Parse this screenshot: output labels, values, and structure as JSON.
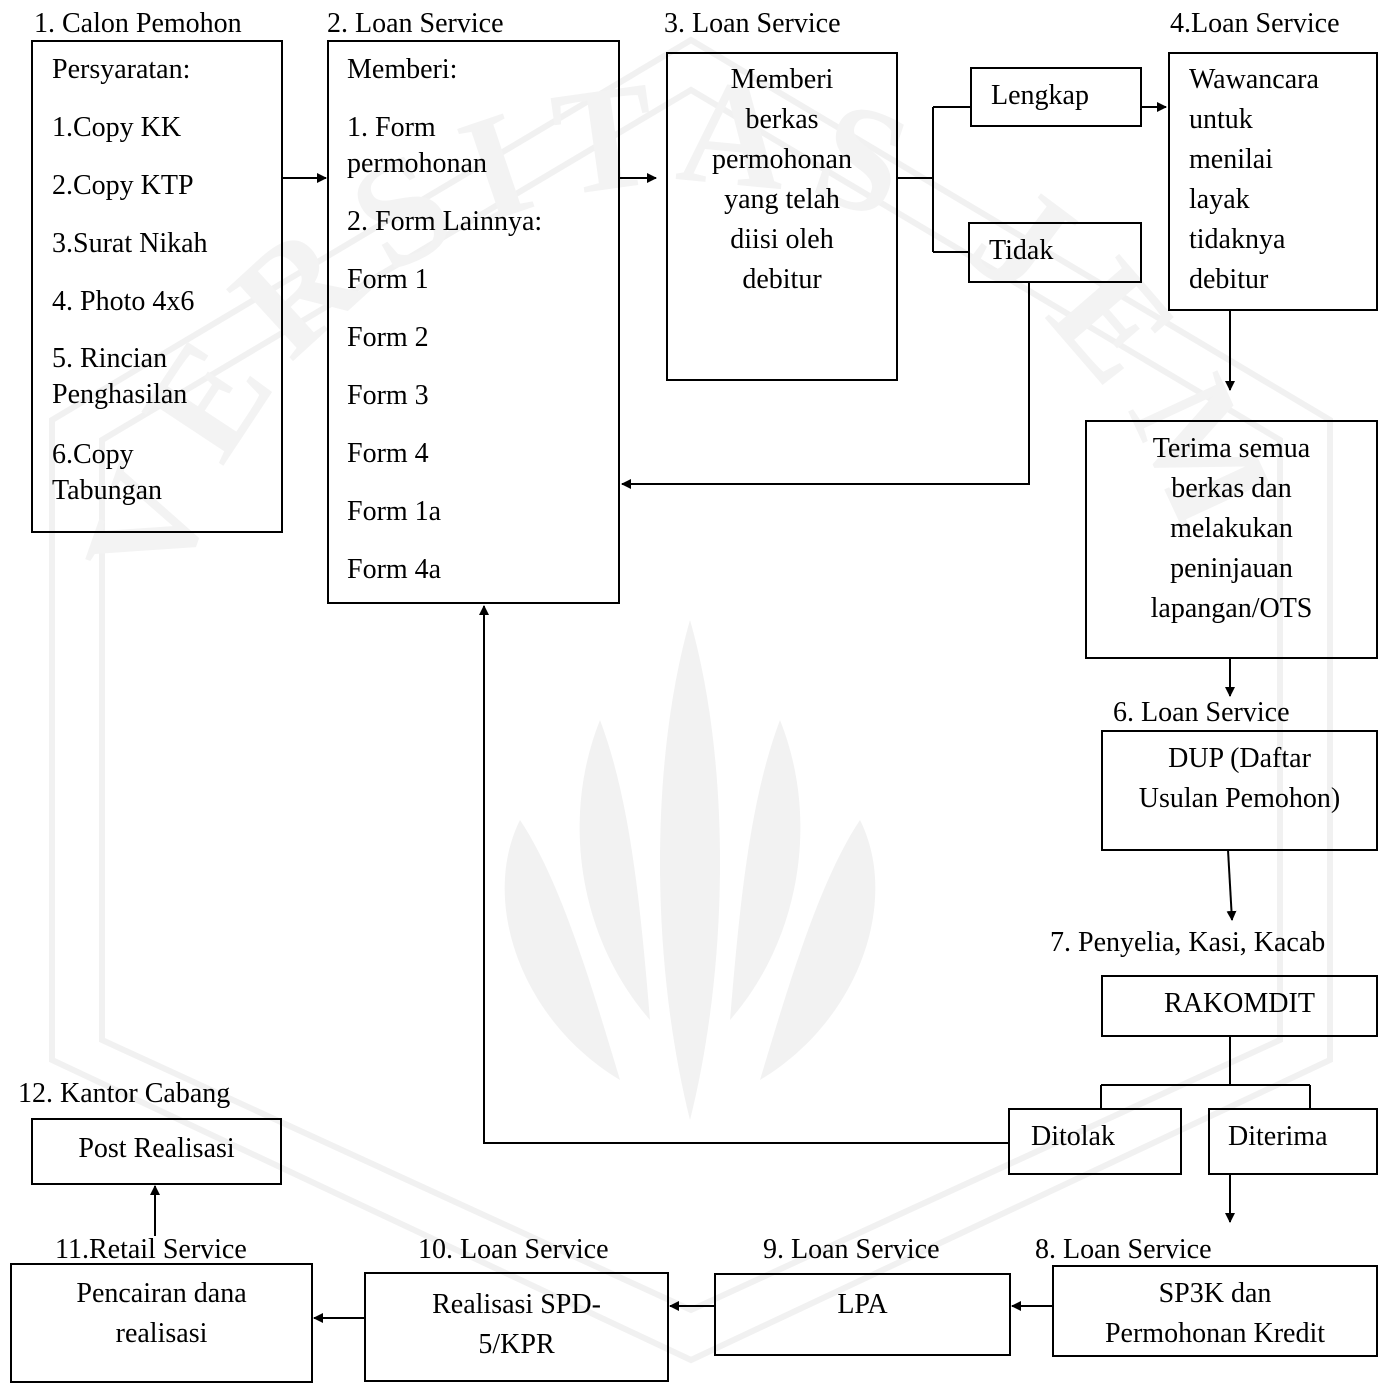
{
  "watermark": {
    "text": "UNIVERSITAS JEMBER"
  },
  "steps": {
    "s1": {
      "heading": "1. Calon Pemohon",
      "title": "Persyaratan:",
      "items": [
        "1.Copy KK",
        "2.Copy KTP",
        "3.Surat Nikah",
        "4. Photo 4x6",
        "5. Rincian\nPenghasilan",
        "6.Copy\nTabungan"
      ]
    },
    "s2": {
      "heading": "2. Loan Service",
      "title": "Memberi:",
      "items": [
        "1. Form\npermohonan",
        "2. Form Lainnya:",
        "Form 1",
        "Form 2",
        "Form 3",
        "Form 4",
        "Form 1a",
        "Form 4a"
      ]
    },
    "s3": {
      "heading": "3. Loan Service",
      "text": "Memberi\nberkas\npermohonan\nyang telah\ndiisi oleh\ndebitur"
    },
    "s3_yes": {
      "text": "Lengkap"
    },
    "s3_no": {
      "text": "Tidak"
    },
    "s4": {
      "heading": "4.Loan Service",
      "text": "Wawancara\nuntuk\nmenilai\nlayak\ntidaknya\ndebitur"
    },
    "s5": {
      "text": "Terima semua\nberkas dan\nmelakukan\npeninjauan\nlapangan/OTS"
    },
    "s6": {
      "heading": "6. Loan Service",
      "text": "DUP (Daftar\nUsulan Pemohon)"
    },
    "s7": {
      "heading": "7. Penyelia, Kasi, Kacab",
      "text": "RAKOMDIT"
    },
    "s7_rejected": {
      "text": "Ditolak"
    },
    "s7_accepted": {
      "text": "Diterima"
    },
    "s8": {
      "heading": "8. Loan Service",
      "text": "SP3K dan\nPermohonan Kredit"
    },
    "s9": {
      "heading": "9. Loan Service",
      "text": "LPA"
    },
    "s10": {
      "heading": "10. Loan Service",
      "text": "Realisasi SPD-\n5/KPR"
    },
    "s11": {
      "heading": "11.Retail Service",
      "text": "Pencairan dana\nrealisasi"
    },
    "s12": {
      "heading": "12. Kantor Cabang",
      "text": "Post Realisasi"
    }
  }
}
